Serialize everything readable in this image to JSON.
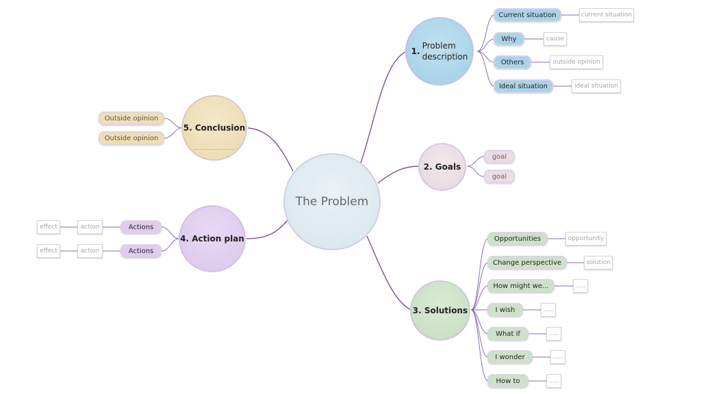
{
  "central": {
    "label": "The Problem",
    "color": "#dde9ee"
  },
  "link_color": "#7a4fa3",
  "branches": {
    "problem": {
      "label_line1": "1.",
      "label_line2": "Problem",
      "label_line3": "description",
      "color": "#a9d3e9",
      "children": [
        {
          "label": "Current situation",
          "leaf": "current situation"
        },
        {
          "label": "Why",
          "leaf": "cause"
        },
        {
          "label": "Others",
          "leaf": "outside opinion"
        },
        {
          "label": "Ideal situation",
          "leaf": "ideal situation"
        }
      ]
    },
    "goals": {
      "label": "2. Goals",
      "color": "#eadde3",
      "children": [
        {
          "label": "goal"
        },
        {
          "label": "goal"
        }
      ]
    },
    "solutions": {
      "label": "3. Solutions",
      "color": "#cde2c8",
      "children": [
        {
          "label": "Opportunities",
          "leaf": "opportunity"
        },
        {
          "label": "Change perspective",
          "leaf": "solution"
        },
        {
          "label": "How might we...",
          "leaf": "....."
        },
        {
          "label": "I wish",
          "leaf": "....."
        },
        {
          "label": "What if",
          "leaf": "....."
        },
        {
          "label": "I wonder",
          "leaf": "....."
        },
        {
          "label": "How to",
          "leaf": "....."
        }
      ]
    },
    "action_plan": {
      "label": "4. Action plan",
      "color": "#e0ccef",
      "children": [
        {
          "label": "Actions",
          "action": "action",
          "effect": "effect"
        },
        {
          "label": "Actions",
          "action": "action",
          "effect": "effect"
        }
      ]
    },
    "conclusion": {
      "label": "5. Conclusion",
      "color": "#eedfb5",
      "children": [
        {
          "label": "Outside opinion"
        },
        {
          "label": "Outside opinion"
        }
      ]
    }
  }
}
